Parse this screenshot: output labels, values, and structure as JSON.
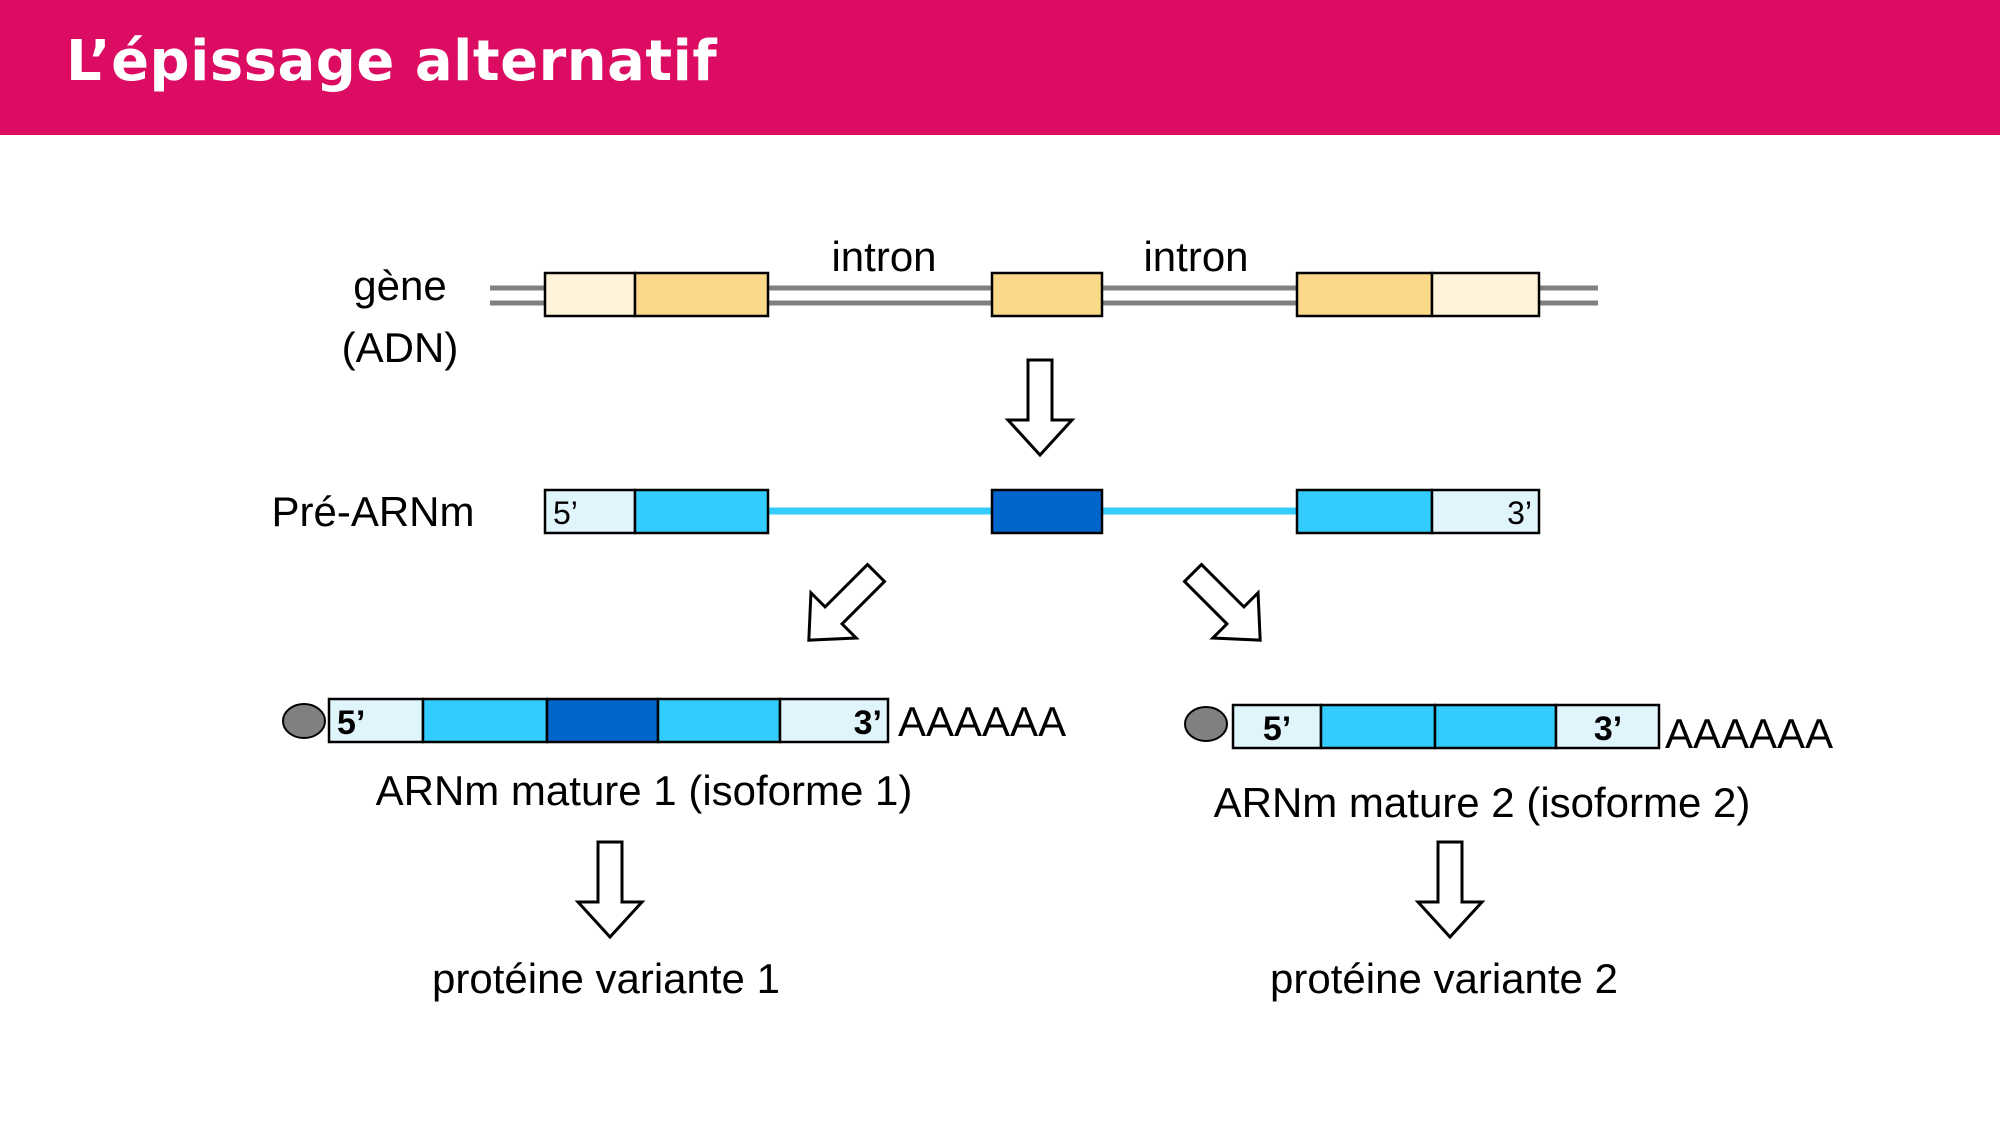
{
  "title": "L’épissage alternatif",
  "gene": {
    "label_line1": "gène",
    "label_line2": "(ADN)",
    "intron_left": "intron",
    "intron_right": "intron"
  },
  "pre_mrna": {
    "label": "Pré-ARNm",
    "five_prime": "5’",
    "three_prime": "3’"
  },
  "mature1": {
    "five_prime": "5’",
    "three_prime": "3’",
    "poly_a": "AAAAAA",
    "label": "ARNm mature 1 (isoforme 1)",
    "protein": "protéine variante 1"
  },
  "mature2": {
    "five_prime": "5’",
    "three_prime": "3’",
    "poly_a": "AAAAAA",
    "label": "ARNm mature 2 (isoforme 2)",
    "protein": "protéine variante 2"
  },
  "colors": {
    "banner": "#dc0c63",
    "utr_dna": "#fff3da",
    "exon_dna": "#fbd98a",
    "utr_rna": "#e0f4fc",
    "exon_rna": "#33ccff",
    "alt_exon_rna": "#0066cc",
    "intron_rna": "#33ccff",
    "cap": "#808080"
  }
}
